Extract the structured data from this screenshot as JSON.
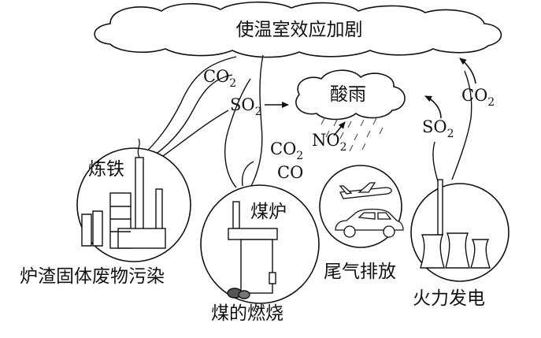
{
  "cloud_top": {
    "label": "使温室效应加剧"
  },
  "cloud_acid": {
    "label": "酸雨"
  },
  "gases": {
    "co2": {
      "base": "CO",
      "sub": "2"
    },
    "so2": {
      "base": "SO",
      "sub": "2"
    },
    "no2": {
      "base": "NO",
      "sub": "2"
    },
    "co": {
      "base": "CO"
    }
  },
  "scenes": {
    "ironmaking": {
      "label": "炼铁",
      "caption": "炉渣固体废物污染"
    },
    "coal_burning": {
      "label": "煤炉",
      "caption": "煤的燃烧"
    },
    "exhaust": {
      "caption": "尾气排放"
    },
    "power_plant": {
      "caption": "火力发电"
    }
  },
  "colors": {
    "ink": "#111111",
    "background": "#ffffff",
    "rain": "#555555"
  }
}
